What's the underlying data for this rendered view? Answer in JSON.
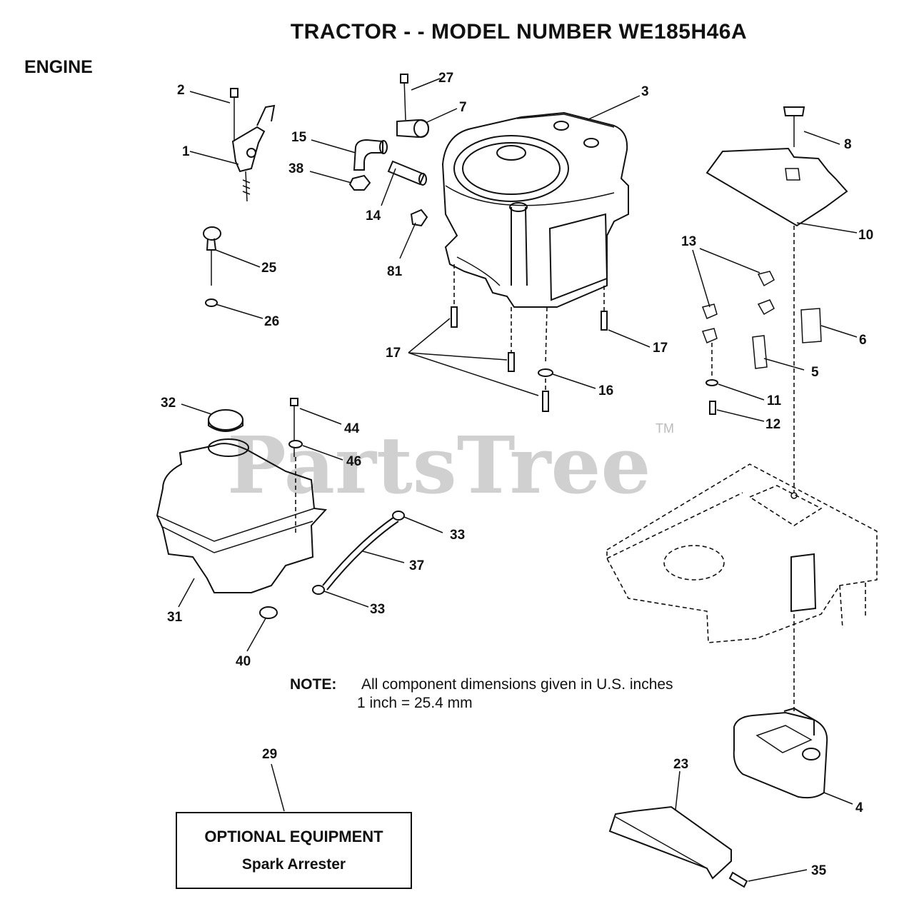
{
  "title": "TRACTOR - - MODEL NUMBER WE185H46A",
  "section": "ENGINE",
  "watermark": "PartsTree",
  "watermark_tm": "TM",
  "note": {
    "label": "NOTE:",
    "line1": "All component dimensions given in U.S. inches",
    "line2": "1 inch = 25.4 mm"
  },
  "optional_box": {
    "heading": "OPTIONAL EQUIPMENT",
    "item": "Spark Arrester"
  },
  "callouts": {
    "c1": "1",
    "c2": "2",
    "c3": "3",
    "c4": "4",
    "c5": "5",
    "c6": "6",
    "c7": "7",
    "c8": "8",
    "c10": "10",
    "c11": "11",
    "c12": "12",
    "c13": "13",
    "c14": "14",
    "c15": "15",
    "c16": "16",
    "c17a": "17",
    "c17b": "17",
    "c23": "23",
    "c25": "25",
    "c26": "26",
    "c27": "27",
    "c29": "29",
    "c31": "31",
    "c32": "32",
    "c33a": "33",
    "c33b": "33",
    "c35": "35",
    "c37": "37",
    "c38": "38",
    "c40": "40",
    "c44": "44",
    "c46": "46",
    "c81": "81"
  }
}
